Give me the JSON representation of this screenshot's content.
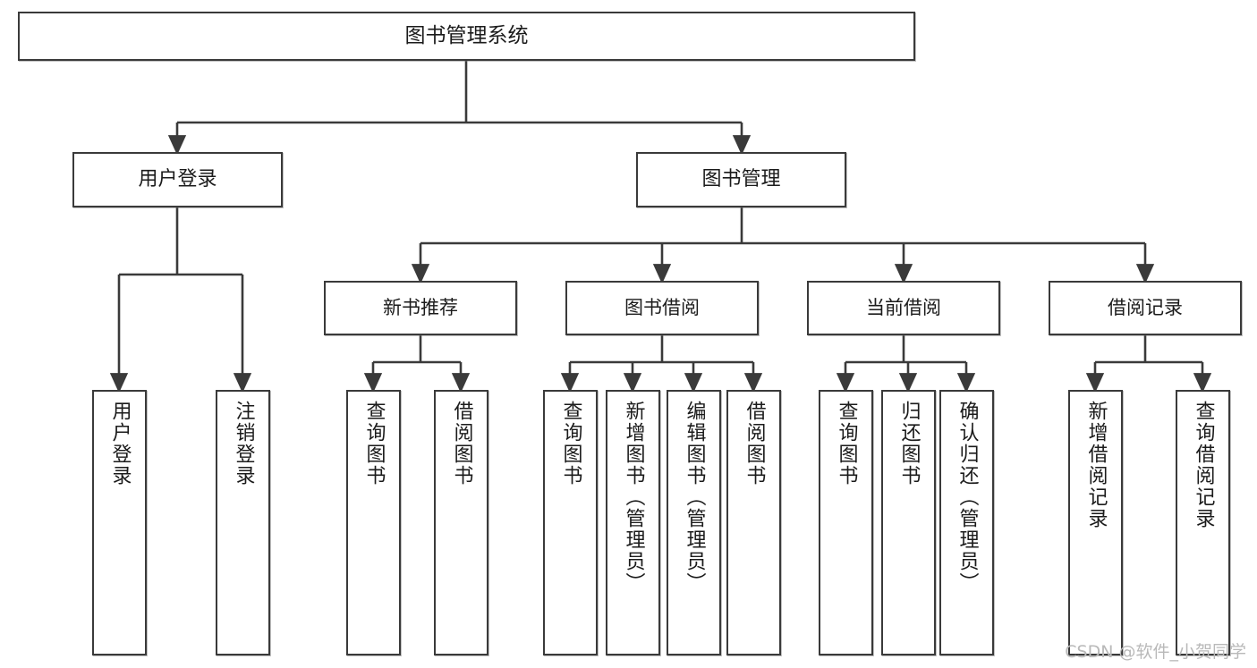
{
  "diagram": {
    "title": "图书管理系统",
    "type": "hierarchy-tree",
    "watermark": "CSDN @软件_小贺同学",
    "colors": {
      "box_border": "#3a3a3a",
      "box_fill": "#ffffff",
      "edge": "#3a3a3a",
      "text": "#1b1b1b",
      "watermark": "#b9b9b9"
    },
    "root": {
      "label": "图书管理系统"
    },
    "level2": [
      {
        "label": "用户登录"
      },
      {
        "label": "图书管理"
      }
    ],
    "level3": [
      {
        "label": "新书推荐"
      },
      {
        "label": "图书借阅"
      },
      {
        "label": "当前借阅"
      },
      {
        "label": "借阅记录"
      }
    ],
    "leaves": {
      "user_login": [
        {
          "label": "用户登录"
        },
        {
          "label": "注销登录"
        }
      ],
      "new_book_recommend": [
        {
          "label": "查询图书"
        },
        {
          "label": "借阅图书"
        }
      ],
      "book_borrow": [
        {
          "label": "查询图书"
        },
        {
          "label": "新增图书（管理员）"
        },
        {
          "label": "编辑图书（管理员）"
        },
        {
          "label": "借阅图书"
        }
      ],
      "current_borrow": [
        {
          "label": "查询图书"
        },
        {
          "label": "归还图书"
        },
        {
          "label": "确认归还（管理员）"
        }
      ],
      "borrow_records": [
        {
          "label": "新增借阅记录"
        },
        {
          "label": "查询借阅记录"
        }
      ]
    }
  }
}
